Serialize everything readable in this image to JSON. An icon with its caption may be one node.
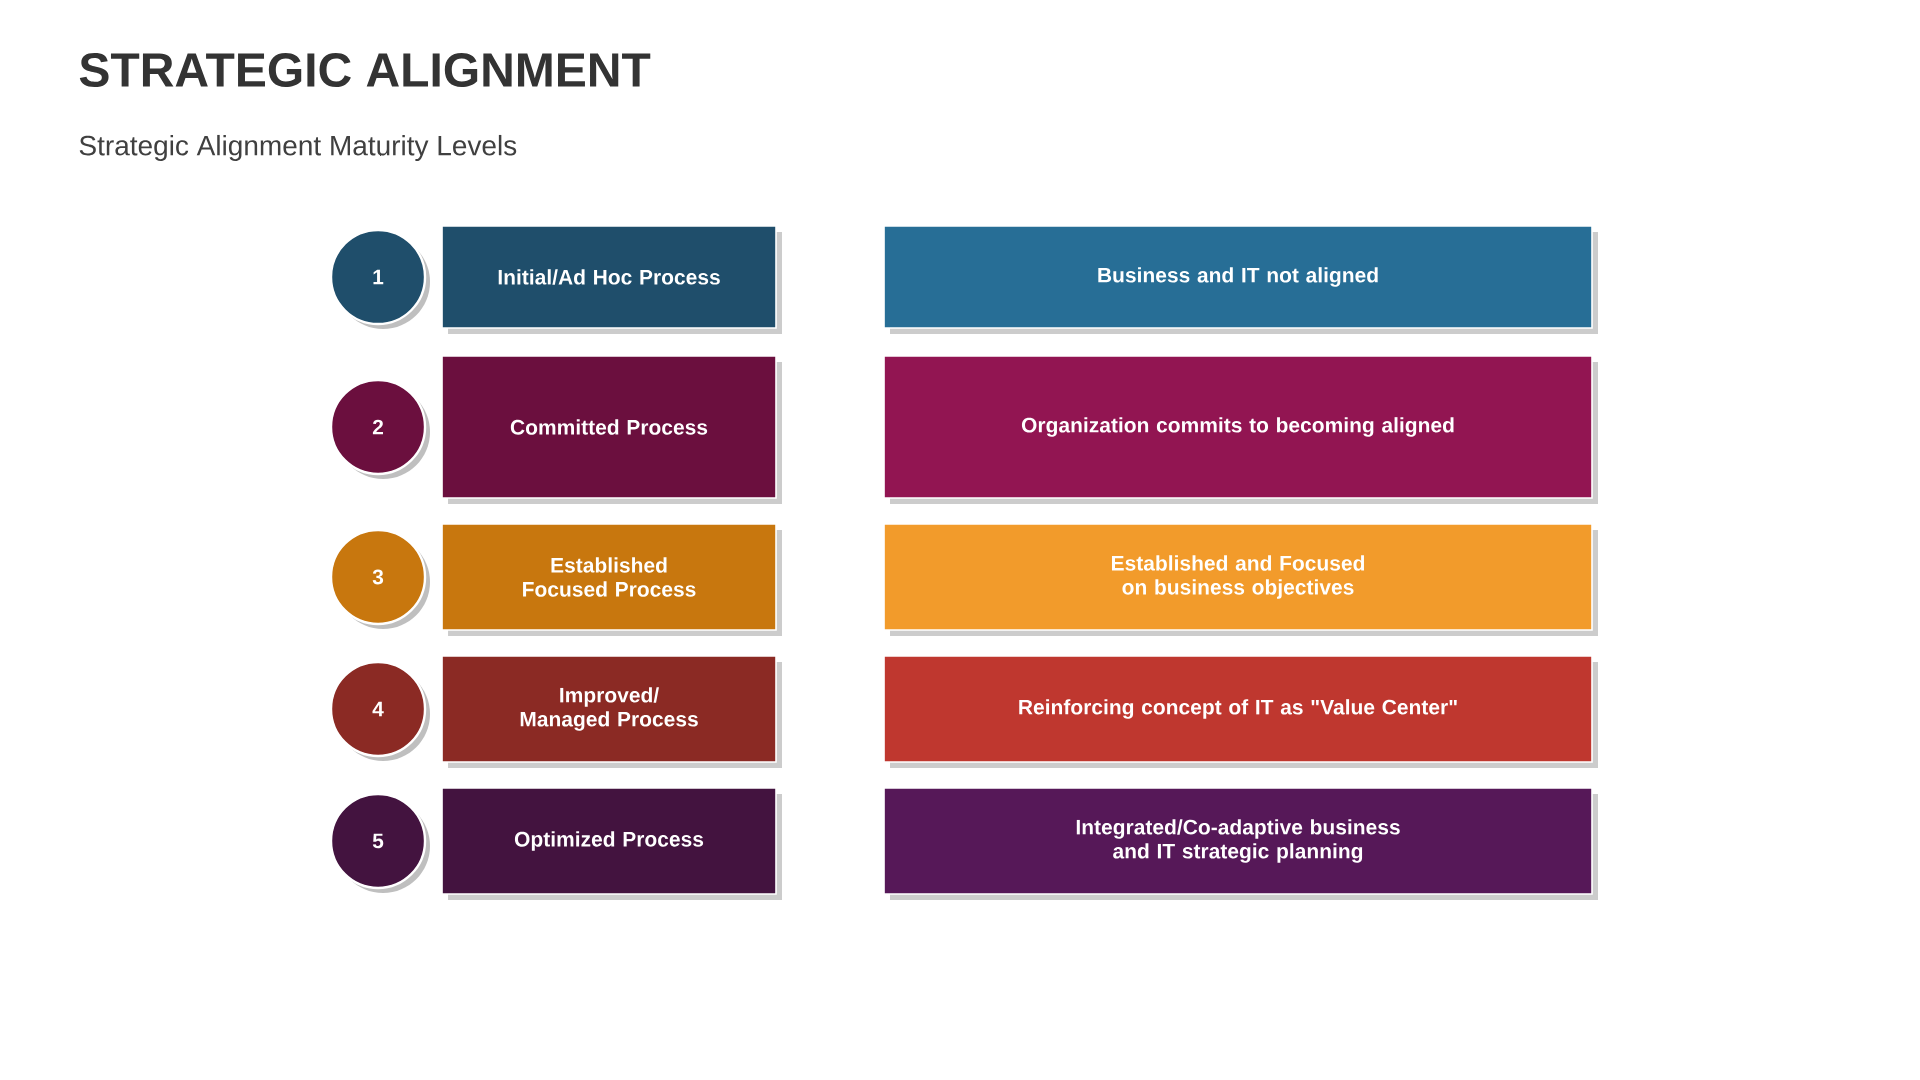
{
  "diagram": {
    "title": "STRATEGIC ALIGNMENT",
    "caption": "Strategic Alignment Maturity Levels",
    "nodes": [
      {
        "text": [
          "1"
        ]
      },
      {
        "text": [
          "Initial/Ad Hoc Process"
        ]
      },
      {
        "text": [
          "Business and IT not aligned"
        ]
      },
      {
        "text": [
          "2"
        ]
      },
      {
        "text": [
          "Committed Process"
        ]
      },
      {
        "text": [
          "Organization commits to becoming aligned"
        ]
      },
      {
        "text": [
          "3"
        ]
      },
      {
        "text": [
          "Established Focused Process"
        ]
      },
      {
        "text": [
          "Established and Focused on business objectives"
        ]
      },
      {
        "text": [
          "4"
        ]
      },
      {
        "text": [
          "Improved/ Managed Process"
        ]
      },
      {
        "text": [
          "Reinforcing concept of IT as \"Value Center\""
        ]
      },
      {
        "text": [
          "5"
        ]
      },
      {
        "text": [
          "Optimized Process"
        ]
      },
      {
        "text": [
          "Integrated/Co-adaptive business and IT strategic planning"
        ]
      }
    ]
  }
}
